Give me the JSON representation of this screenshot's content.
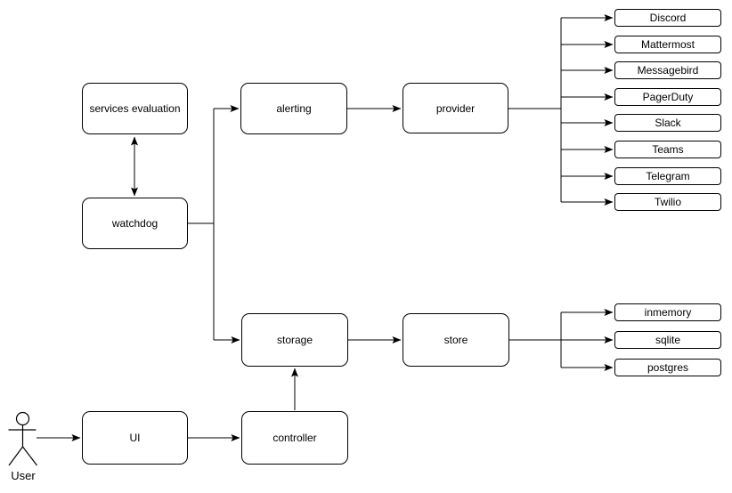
{
  "diagram": {
    "nodes": {
      "services_evaluation": {
        "label": "services evaluation"
      },
      "watchdog": {
        "label": "watchdog"
      },
      "alerting": {
        "label": "alerting"
      },
      "provider": {
        "label": "provider"
      },
      "storage": {
        "label": "storage"
      },
      "store": {
        "label": "store"
      },
      "ui": {
        "label": "UI"
      },
      "controller": {
        "label": "controller"
      }
    },
    "actor": {
      "label": "User"
    },
    "provider_outputs": [
      "Discord",
      "Mattermost",
      "Messagebird",
      "PagerDuty",
      "Slack",
      "Teams",
      "Telegram",
      "Twilio"
    ],
    "store_outputs": [
      "inmemory",
      "sqlite",
      "postgres"
    ],
    "colors": {
      "stroke": "#000000",
      "node_fill": "#ffffff",
      "background": "#ffffff"
    }
  }
}
